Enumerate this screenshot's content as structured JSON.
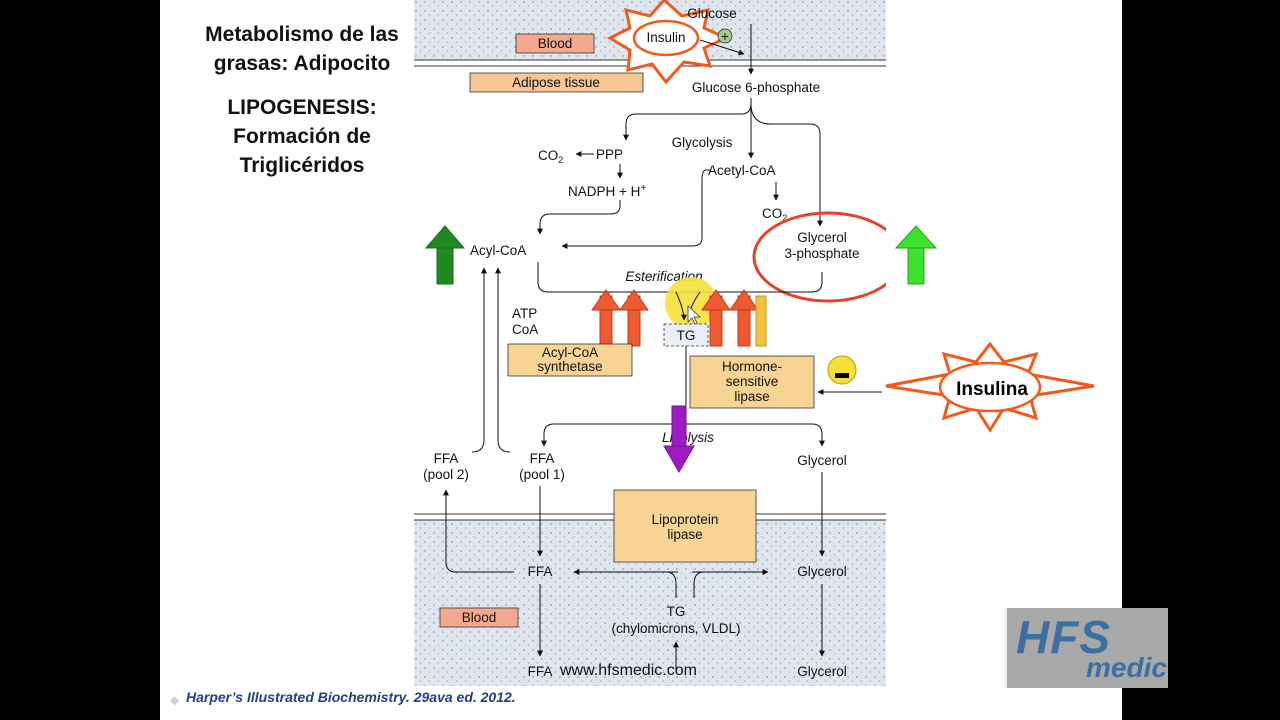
{
  "slide": {
    "title_line1": "Metabolismo de las",
    "title_line2": "grasas: Adipocito",
    "subtitle_line1": "LIPOGENESIS:",
    "subtitle_line2": "Formación de",
    "subtitle_line3": "Triglicéridos",
    "citation": "Harper’s Illustrated Biochemistry. 29ava ed. 2012.",
    "website": "www.hfsmedic.com"
  },
  "logo": {
    "main": "HFS",
    "sub": "medic"
  },
  "diagram": {
    "blood_top": "Blood",
    "insulin_top": "Insulin",
    "plus_sign": "+",
    "glucose": "Glucose",
    "adipose_tissue": "Adipose tissue",
    "glucose_6_phosphate": "Glucose 6-phosphate",
    "glycolysis": "Glycolysis",
    "co2_left": "CO",
    "co2_right": "CO",
    "co2_sub": "2",
    "ppp": "PPP",
    "nadph": "NADPH + H",
    "nadph_sup": "+",
    "acetyl_coa": "Acetyl-CoA",
    "acyl_coa": "Acyl-CoA",
    "glycerol_3p_line1": "Glycerol",
    "glycerol_3p_line2": "3-phosphate",
    "esterification": "Esterification",
    "atp": "ATP",
    "coa": "CoA",
    "tg_center": "TG",
    "acyl_coa_synthetase_line1": "Acyl-CoA",
    "acyl_coa_synthetase_line2": "synthetase",
    "hsl_line1": "Hormone-",
    "hsl_line2": "sensitive",
    "hsl_line3": "lipase",
    "minus_sign": "-",
    "insulina": "Insulina",
    "lipolysis": "Lipolysis",
    "ffa": "FFA",
    "pool2": "(pool 2)",
    "pool1": "(pool 1)",
    "glycerol": "Glycerol",
    "lipoprotein_lipase_line1": "Lipoprotein",
    "lipoprotein_lipase_line2": "lipase",
    "blood_bottom": "Blood",
    "tg_bottom": "TG",
    "chylomicrons": "(chylomicrons, VLDL)"
  },
  "colors": {
    "blood_box": "#f4a98f",
    "adipose_box": "#f6c795",
    "enzyme_box": "#f7d493",
    "stipple_bg": "#dfe6ee",
    "sun_orange": "#f05a1a",
    "green_dark": "#1f8a22",
    "green_light": "#3de02d",
    "red_arrow": "#f05a30",
    "purple_arrow": "#a01ac4",
    "highlight_yellow": "#f5e03a",
    "circle_red": "#e8412a"
  }
}
